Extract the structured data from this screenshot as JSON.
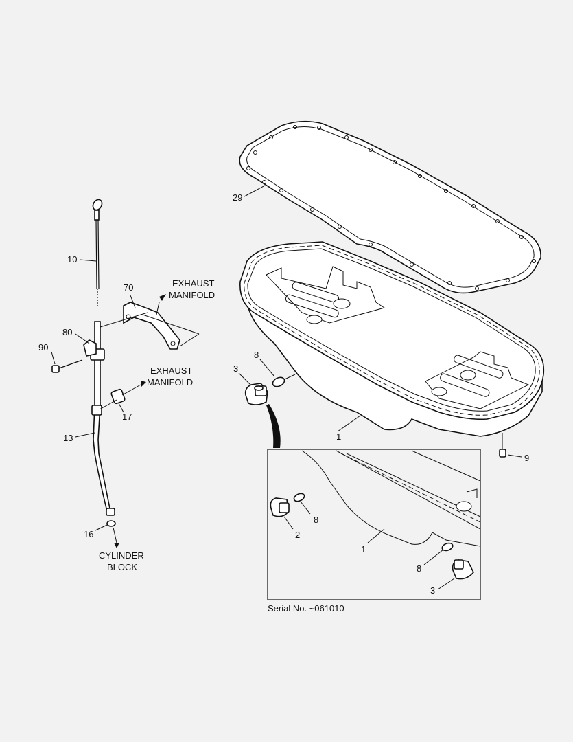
{
  "callouts": {
    "c29": "29",
    "c10": "10",
    "c70": "70",
    "c80": "80",
    "c90": "90",
    "c17": "17",
    "c13": "13",
    "c16": "16",
    "c3": "3",
    "c8": "8",
    "c1": "1",
    "c9": "9",
    "inset_c2": "2",
    "inset_c8a": "8",
    "inset_c1": "1",
    "inset_c8b": "8",
    "inset_c3": "3"
  },
  "destinations": {
    "exhaust_manifold_1": [
      "EXHAUST",
      "MANIFOLD"
    ],
    "exhaust_manifold_2": [
      "EXHAUST",
      "MANIFOLD"
    ],
    "cylinder_block": [
      "CYLINDER",
      "BLOCK"
    ]
  },
  "inset_note": "Serial No. ~061010"
}
